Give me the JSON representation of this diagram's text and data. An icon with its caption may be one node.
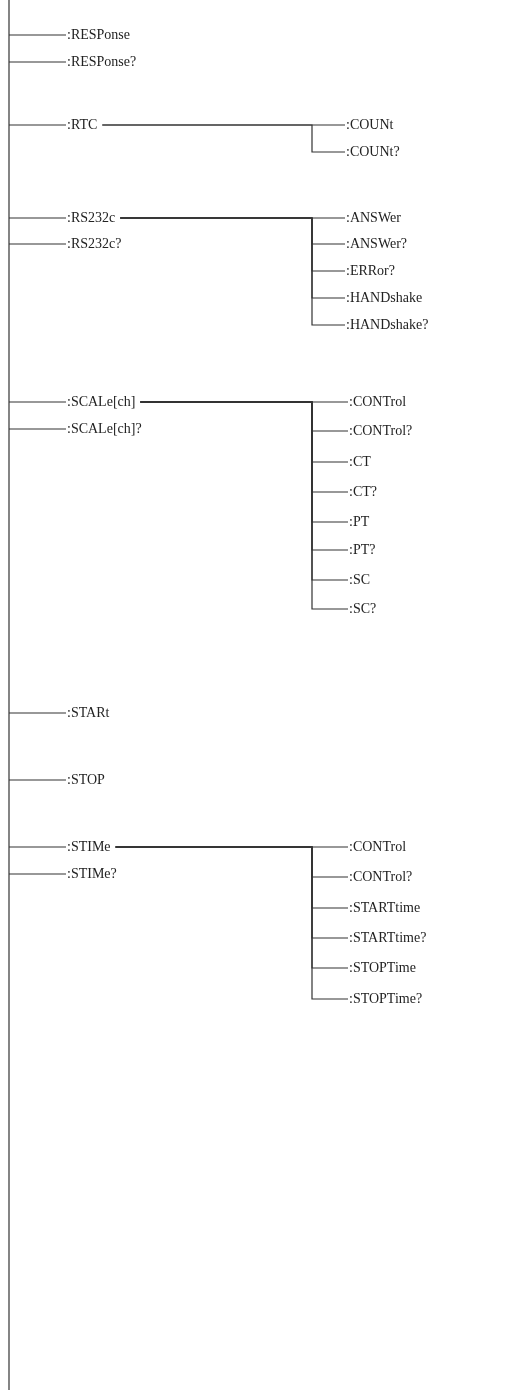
{
  "diagram": {
    "nodes": [
      {
        "text": [
          ":RESPonse"
        ]
      },
      {
        "text": [
          ":RESPonse?"
        ]
      },
      {
        "text": [
          ":RTC"
        ]
      },
      {
        "text": [
          ":COUNt"
        ]
      },
      {
        "text": [
          ":COUNt?"
        ]
      },
      {
        "text": [
          ":RS232c"
        ]
      },
      {
        "text": [
          ":RS232c?"
        ]
      },
      {
        "text": [
          ":ANSWer"
        ]
      },
      {
        "text": [
          ":ANSWer?"
        ]
      },
      {
        "text": [
          ":ERRor?"
        ]
      },
      {
        "text": [
          ":HANDshake"
        ]
      },
      {
        "text": [
          ":HANDshake?"
        ]
      },
      {
        "text": [
          ":SCALe[ch]"
        ]
      },
      {
        "text": [
          ":SCALe[ch]?"
        ]
      },
      {
        "text": [
          ":CONTrol"
        ]
      },
      {
        "text": [
          ":CONTrol?"
        ]
      },
      {
        "text": [
          ":CT"
        ]
      },
      {
        "text": [
          ":CT?"
        ]
      },
      {
        "text": [
          ":PT"
        ]
      },
      {
        "text": [
          ":PT?"
        ]
      },
      {
        "text": [
          ":SC"
        ]
      },
      {
        "text": [
          ":SC?"
        ]
      },
      {
        "text": [
          ":STARt"
        ]
      },
      {
        "text": [
          ":STOP"
        ]
      },
      {
        "text": [
          ":STIMe"
        ]
      },
      {
        "text": [
          ":STIMe?"
        ]
      },
      {
        "text": [
          ":CONTrol"
        ]
      },
      {
        "text": [
          ":CONTrol?"
        ]
      },
      {
        "text": [
          ":STARTtime"
        ]
      },
      {
        "text": [
          ":STARTtime?"
        ]
      },
      {
        "text": [
          ":STOPTime"
        ]
      },
      {
        "text": [
          ":STOPTime?"
        ]
      }
    ],
    "edges": [
      {
        "from": null,
        "to": 0,
        "arrow": "none"
      },
      {
        "from": null,
        "to": 1,
        "arrow": "none"
      },
      {
        "from": null,
        "to": 2,
        "arrow": "none"
      },
      {
        "from": 2,
        "to": 3,
        "arrow": "none"
      },
      {
        "from": 2,
        "to": 4,
        "arrow": "none"
      },
      {
        "from": null,
        "to": 5,
        "arrow": "none"
      },
      {
        "from": null,
        "to": 6,
        "arrow": "none"
      },
      {
        "from": 5,
        "to": 7,
        "arrow": "none"
      },
      {
        "from": 5,
        "to": 8,
        "arrow": "none"
      },
      {
        "from": 5,
        "to": 9,
        "arrow": "none"
      },
      {
        "from": 5,
        "to": 10,
        "arrow": "none"
      },
      {
        "from": 5,
        "to": 11,
        "arrow": "none"
      },
      {
        "from": null,
        "to": 12,
        "arrow": "none"
      },
      {
        "from": null,
        "to": 13,
        "arrow": "none"
      },
      {
        "from": 12,
        "to": 14,
        "arrow": "none"
      },
      {
        "from": 12,
        "to": 15,
        "arrow": "none"
      },
      {
        "from": 12,
        "to": 16,
        "arrow": "none"
      },
      {
        "from": 12,
        "to": 17,
        "arrow": "none"
      },
      {
        "from": 12,
        "to": 18,
        "arrow": "none"
      },
      {
        "from": 12,
        "to": 19,
        "arrow": "none"
      },
      {
        "from": 12,
        "to": 20,
        "arrow": "none"
      },
      {
        "from": 12,
        "to": 21,
        "arrow": "none"
      },
      {
        "from": null,
        "to": 22,
        "arrow": "none"
      },
      {
        "from": null,
        "to": 23,
        "arrow": "none"
      },
      {
        "from": null,
        "to": 24,
        "arrow": "none"
      },
      {
        "from": null,
        "to": 25,
        "arrow": "none"
      },
      {
        "from": 24,
        "to": 26,
        "arrow": "none"
      },
      {
        "from": 24,
        "to": 27,
        "arrow": "none"
      },
      {
        "from": 24,
        "to": 28,
        "arrow": "none"
      },
      {
        "from": 24,
        "to": 29,
        "arrow": "none"
      },
      {
        "from": 24,
        "to": 30,
        "arrow": "none"
      },
      {
        "from": 24,
        "to": 31,
        "arrow": "none"
      }
    ]
  }
}
